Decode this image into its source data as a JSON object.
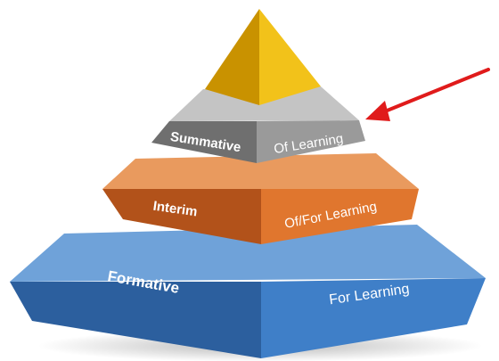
{
  "pyramid": {
    "tiers": [
      {
        "level": "Summative",
        "purpose": "Of Learning"
      },
      {
        "level": "Interim",
        "purpose": "Of/For Learning"
      },
      {
        "level": "Formative",
        "purpose": "For Learning"
      }
    ],
    "colors": {
      "apex_left": "#c99200",
      "apex_right": "#f2c21a",
      "summative_left": "#6f6f6f",
      "summative_right": "#9a9a9a",
      "summative_top": "#c4c4c4",
      "interim_left": "#b2521a",
      "interim_right": "#e0762e",
      "interim_top": "#e99a5e",
      "formative_left": "#2c5f9e",
      "formative_right": "#3f7fc8",
      "formative_top": "#6fa2d9",
      "arrow": "#e01b1b"
    }
  },
  "callout": {
    "target_tier": "Summative"
  }
}
